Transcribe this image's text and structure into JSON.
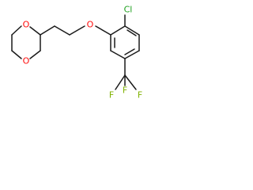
{
  "molecule": {
    "atoms": {
      "ring_o_top": {
        "label": "O",
        "color": "#ff0d0d"
      },
      "ring_o_bottom": {
        "label": "O",
        "color": "#ff0d0d"
      },
      "ether_o": {
        "label": "O",
        "color": "#ff0d0d"
      },
      "chlorine": {
        "label": "Cl",
        "color": "#1fa01f"
      },
      "f_top": {
        "label": "F",
        "color": "#7fb200"
      },
      "f_left": {
        "label": "F",
        "color": "#7fb200"
      },
      "f_right": {
        "label": "F",
        "color": "#7fb200"
      }
    },
    "bond_color": "#1a1a1a"
  }
}
